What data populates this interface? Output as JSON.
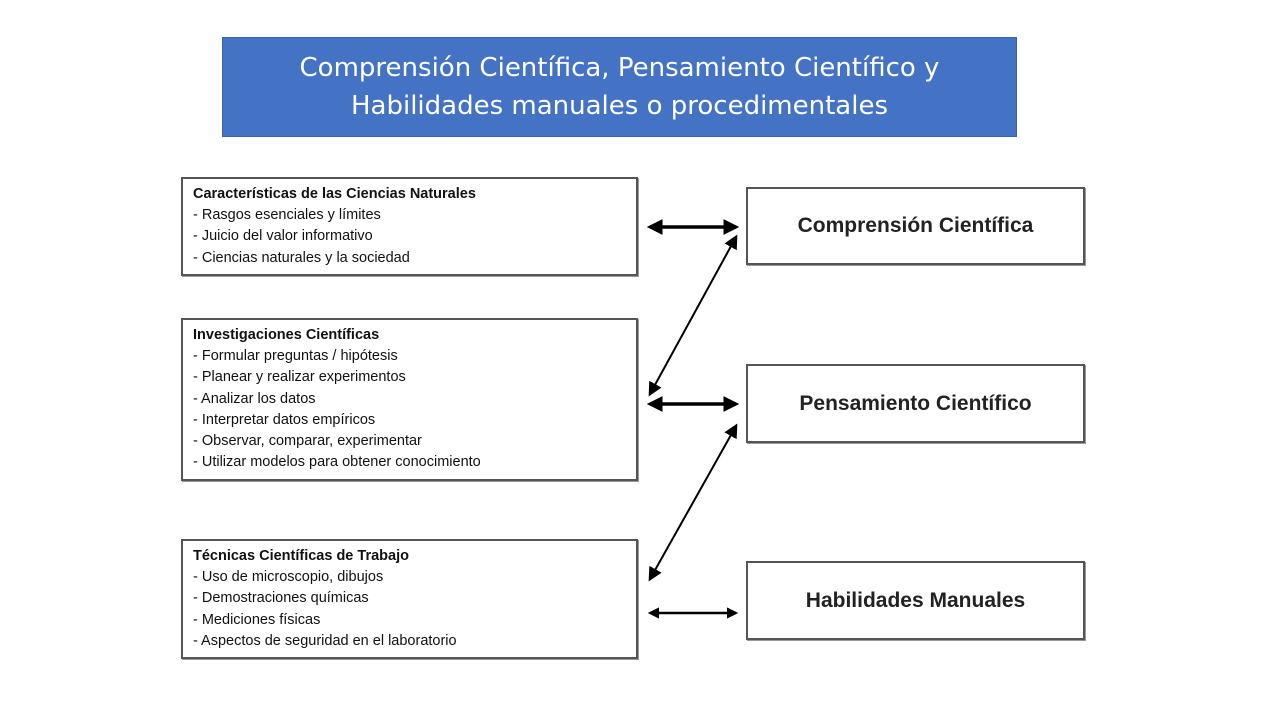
{
  "title": {
    "line1": "Comprensión Científica, Pensamiento Científico y",
    "line2": "Habilidades manuales o procedimentales"
  },
  "left_boxes": {
    "ciencias": {
      "heading": "Características de las Ciencias Naturales",
      "items": [
        "- Rasgos esenciales y límites",
        "- Juicio del valor informativo",
        "- Ciencias naturales y la sociedad"
      ]
    },
    "investigaciones": {
      "heading": "Investigaciones Científicas",
      "items": [
        "- Formular preguntas / hipótesis",
        "- Planear y realizar experimentos",
        "- Analizar los datos",
        "- Interpretar datos empíricos",
        "- Observar, comparar, experimentar",
        "- Utilizar modelos para obtener conocimiento"
      ]
    },
    "tecnicas": {
      "heading": "Técnicas Científicas de Trabajo",
      "items": [
        "- Uso de microscopio, dibujos",
        "- Demostraciones químicas",
        "- Mediciones físicas",
        "- Aspectos de seguridad en el laboratorio"
      ]
    }
  },
  "right_boxes": {
    "comprension": "Comprensión Científica",
    "pensamiento": "Pensamiento Científico",
    "habilidades": "Habilidades Manuales"
  },
  "colors": {
    "title_background": "#4472c4",
    "title_text": "#ffffff",
    "box_border": "#555555",
    "arrow": "#000000"
  }
}
